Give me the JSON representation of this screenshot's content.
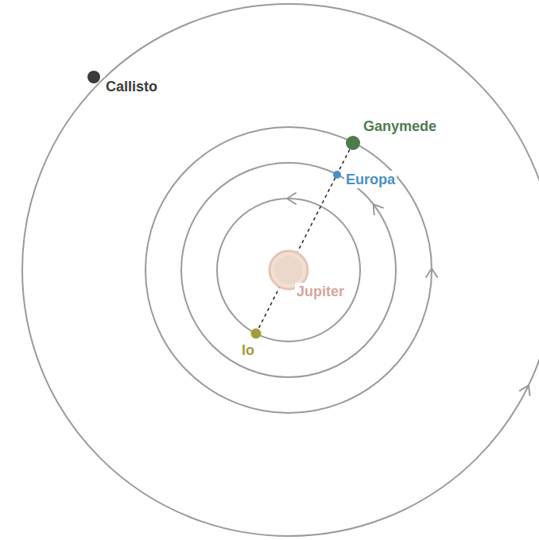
{
  "diagram": {
    "labels": [
      "Callisto",
      "Ganymede",
      "Europa",
      "Jupiter",
      "Io"
    ]
  }
}
